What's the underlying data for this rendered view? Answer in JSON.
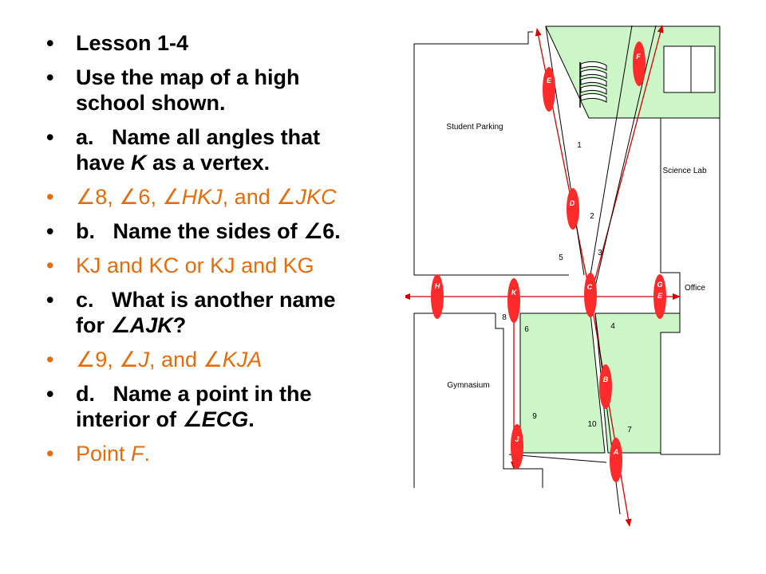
{
  "bullets": [
    {
      "kind": "q",
      "pre": "Lesson 1-4",
      "em": "",
      "post": ""
    },
    {
      "kind": "q",
      "pre": "Use the map of a high school shown.",
      "em": "",
      "post": ""
    },
    {
      "kind": "q",
      "pre": "a.   Name all angles that have ",
      "em": "K",
      "post": " as a vertex."
    },
    {
      "kind": "a",
      "pre": "∠8, ∠6, ∠",
      "em": "HKJ",
      "post": ", and ∠",
      "em2": "JKC",
      "post2": ""
    },
    {
      "kind": "q",
      "pre": "b.   Name the sides of ∠6.",
      "em": "",
      "post": ""
    },
    {
      "kind": "a",
      "pre": "KJ and KC or KJ and KG",
      "em": "",
      "post": ""
    },
    {
      "kind": "q",
      "pre": "c.   What is another name for ∠",
      "em": "AJK",
      "post": "?"
    },
    {
      "kind": "a",
      "pre": "∠9, ∠",
      "em": "J",
      "post": ", and ∠",
      "em2": "KJA",
      "post2": ""
    },
    {
      "kind": "q",
      "pre": "d.   Name a point in the interior of ∠",
      "em": "ECG",
      "post": "."
    },
    {
      "kind": "a",
      "pre": "Point ",
      "em": "F",
      "post": "."
    }
  ],
  "map": {
    "areas": {
      "parking": "Student Parking",
      "science": "Science Lab",
      "office": "Office",
      "gym": "Gymnasium"
    },
    "points": {
      "E": "E",
      "F": "F",
      "D": "D",
      "H": "H",
      "K": "K",
      "C": "C",
      "G": "G",
      "GE": "E",
      "B": "B",
      "J": "J",
      "A": "A"
    },
    "angles": [
      "1",
      "2",
      "3",
      "4",
      "5",
      "6",
      "7",
      "8",
      "9",
      "10"
    ]
  },
  "colors": {
    "question": "#000000",
    "answer": "#e46c0a",
    "map_green": "#ccf5c8",
    "ray": "#d40000",
    "point": "#ff2a2a"
  }
}
